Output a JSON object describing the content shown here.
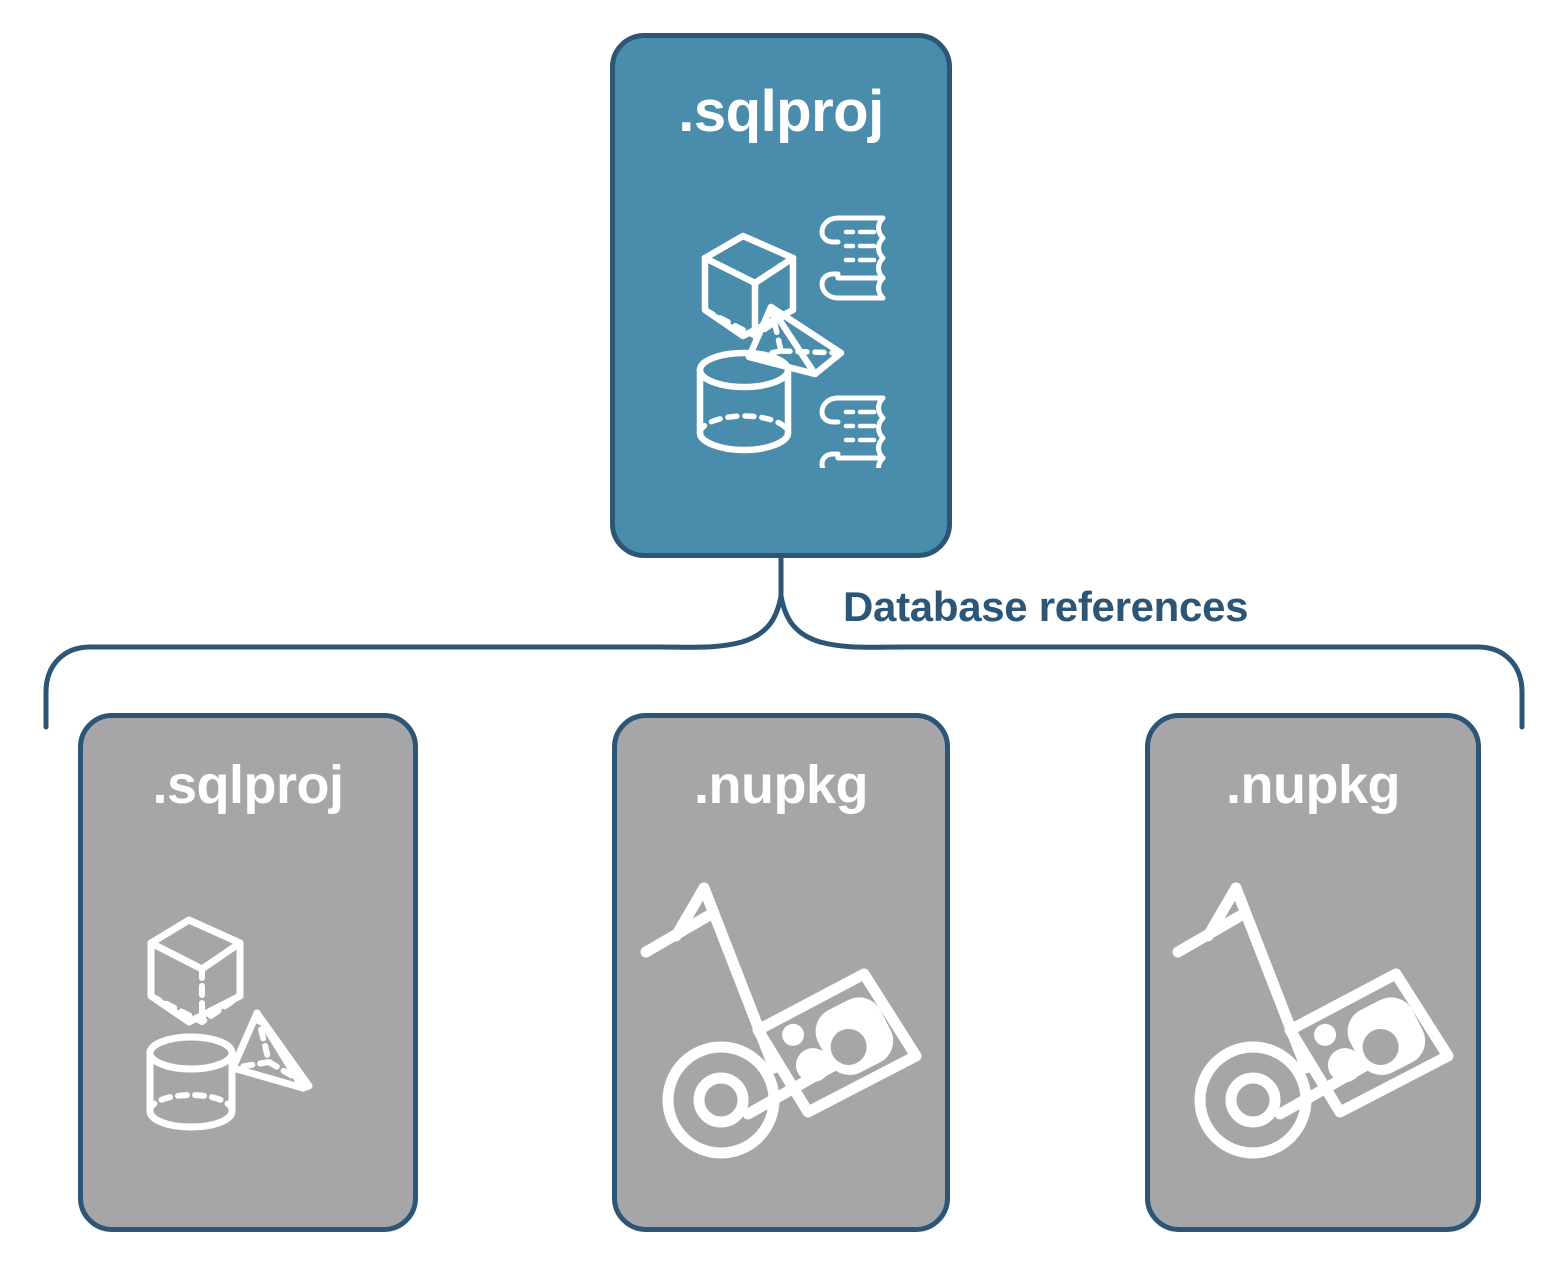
{
  "diagram": {
    "title_node": {
      "label": ".sqlproj",
      "fill_color": "#4a8cac",
      "border_color": "#2d5575",
      "text_color": "#ffffff",
      "icons": [
        "cube-icon",
        "scroll-icon",
        "pyramid-icon",
        "cylinder-icon",
        "scroll-icon"
      ]
    },
    "edge": {
      "label": "Database references",
      "color": "#2d5575"
    },
    "reference_nodes": [
      {
        "label": ".sqlproj",
        "fill_color": "#a6a6a8",
        "border_color": "#2d5575",
        "text_color": "#ffffff",
        "icon": "shapes-icon"
      },
      {
        "label": ".nupkg",
        "fill_color": "#a6a6a8",
        "border_color": "#2d5575",
        "text_color": "#ffffff",
        "icon": "hand-truck-package-icon"
      },
      {
        "label": ".nupkg",
        "fill_color": "#a6a6a8",
        "border_color": "#2d5575",
        "text_color": "#ffffff",
        "icon": "hand-truck-package-icon"
      }
    ]
  }
}
